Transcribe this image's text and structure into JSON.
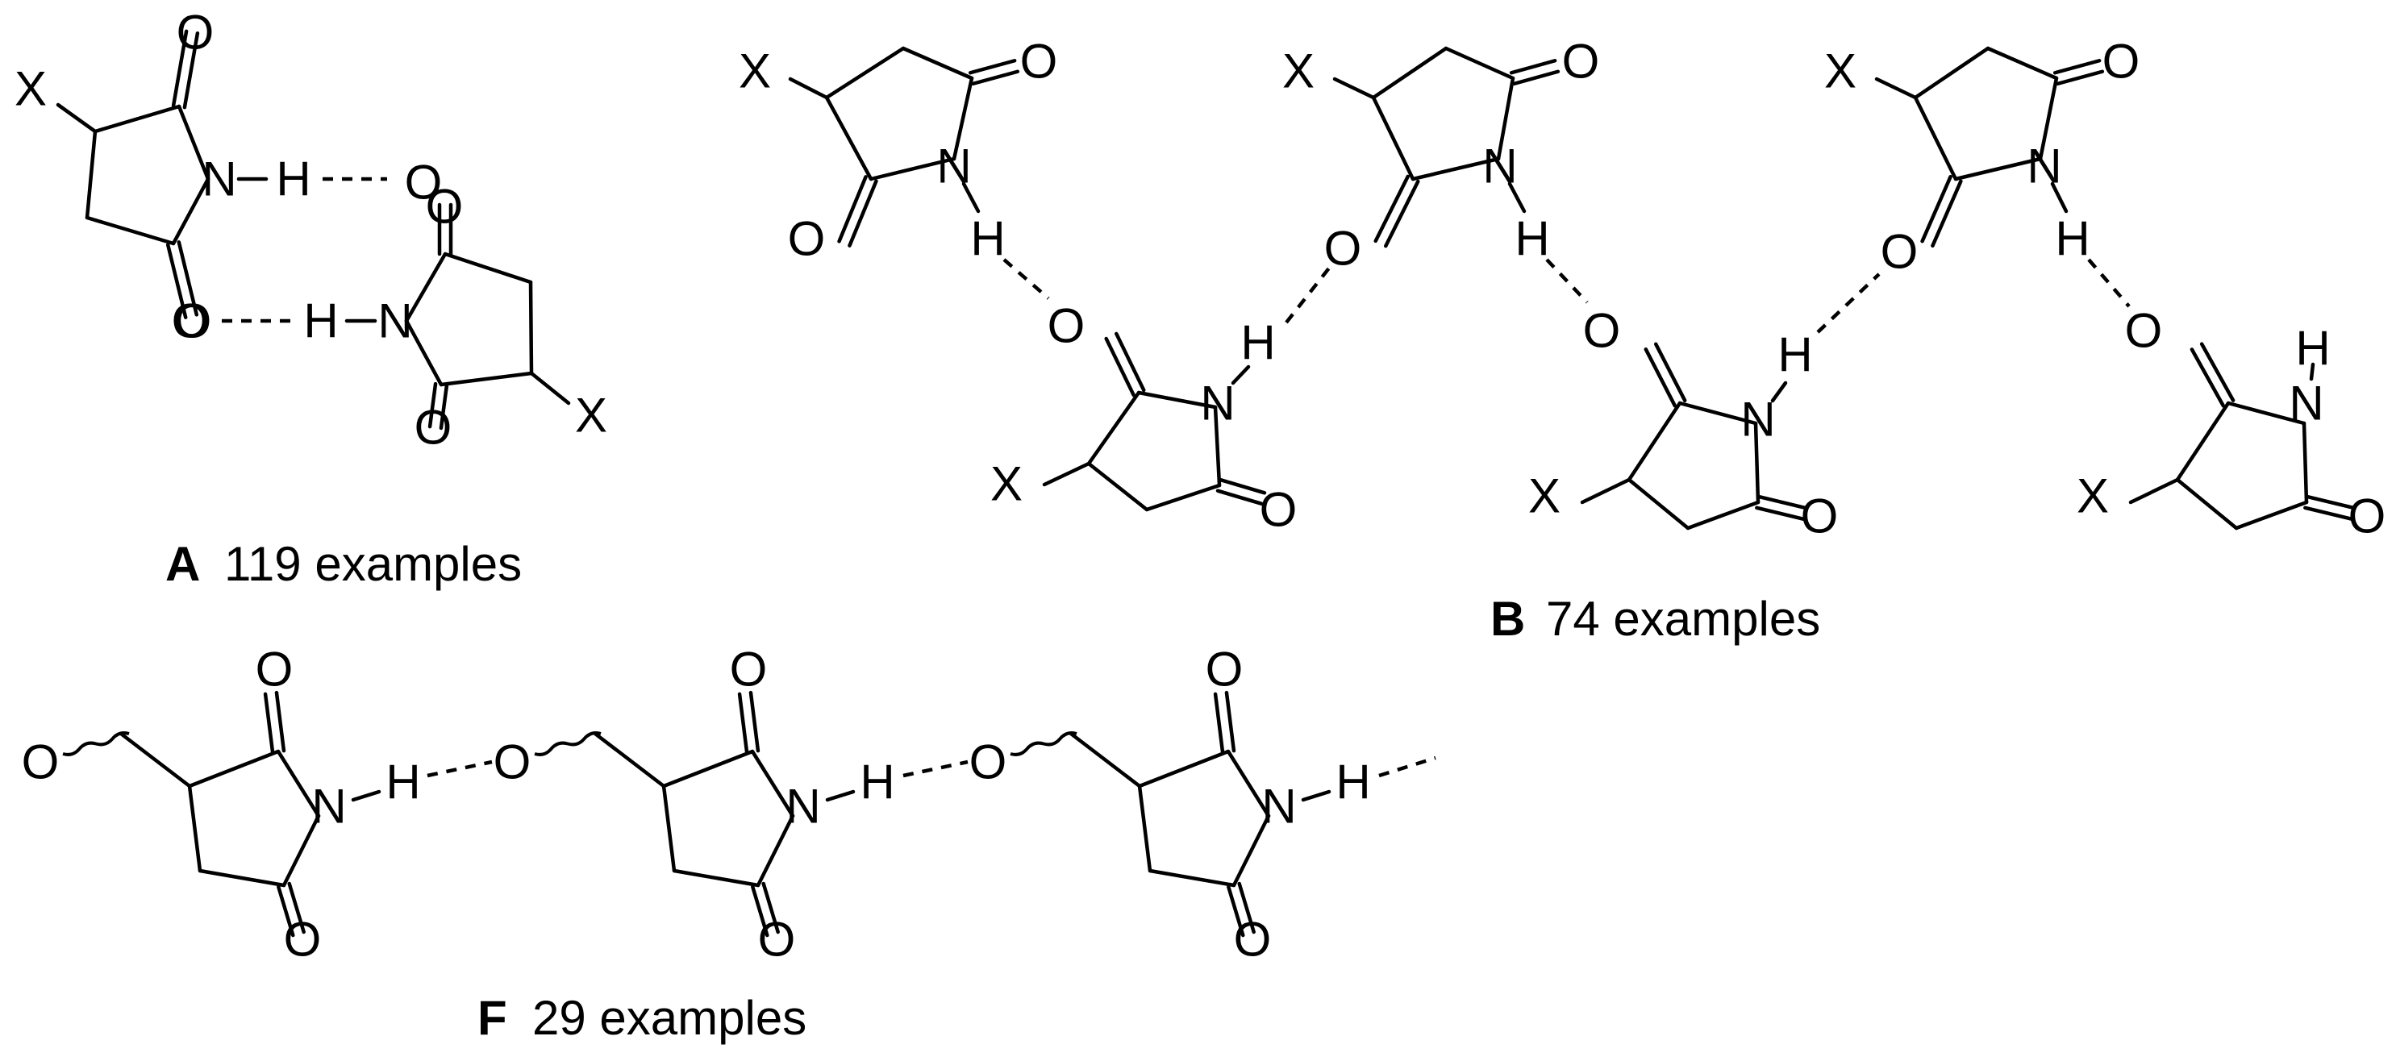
{
  "atoms": {
    "substituent": "X",
    "oxygen": "O",
    "nitrogen": "N",
    "hydrogen": "H"
  },
  "captions": {
    "a": {
      "letter": "A",
      "text": "119 examples"
    },
    "b": {
      "letter": "B",
      "text": "74 examples"
    },
    "f": {
      "letter": "F",
      "text": "29 examples"
    }
  }
}
